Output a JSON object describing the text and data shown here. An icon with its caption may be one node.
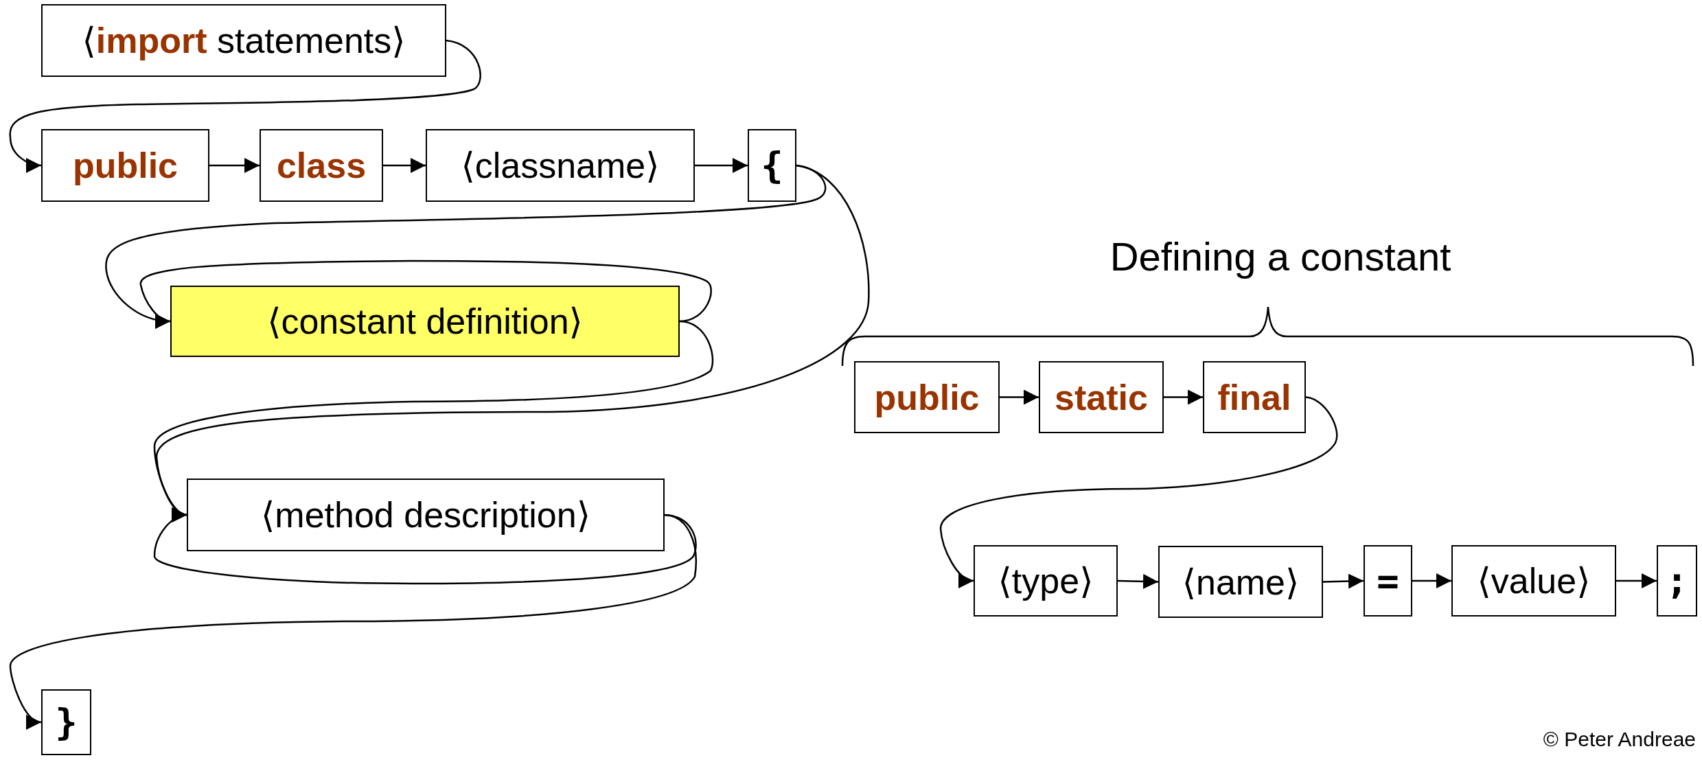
{
  "diagram": {
    "nodes": [
      {
        "text": [
          "⟨**import** statements⟩"
        ]
      },
      {
        "text": [
          "public"
        ]
      },
      {
        "text": [
          "class"
        ]
      },
      {
        "text": [
          "⟨classname⟩"
        ]
      },
      {
        "text": [
          "{"
        ]
      },
      {
        "text": [
          "⟨constant definition⟩"
        ]
      },
      {
        "text": [
          "⟨method description⟩"
        ]
      },
      {
        "text": [
          "}"
        ]
      },
      {
        "text": [
          "public"
        ]
      },
      {
        "text": [
          "static"
        ]
      },
      {
        "text": [
          "final"
        ]
      },
      {
        "text": [
          "⟨type⟩"
        ]
      },
      {
        "text": [
          "⟨name⟩"
        ]
      },
      {
        "text": [
          "="
        ]
      },
      {
        "text": [
          "⟨value⟩"
        ]
      },
      {
        "text": [
          ";"
        ]
      }
    ],
    "edges": [
      {
        "from": 0,
        "to": 1,
        "arrow": "to"
      },
      {
        "from": 1,
        "to": 2,
        "arrow": "to"
      },
      {
        "from": 2,
        "to": 3,
        "arrow": "to"
      },
      {
        "from": 3,
        "to": 4,
        "arrow": "to"
      },
      {
        "from": 4,
        "to": 5,
        "arrow": "to"
      },
      {
        "from": 5,
        "to": 5,
        "arrow": "to"
      },
      {
        "from": 4,
        "to": 6,
        "arrow": "to"
      },
      {
        "from": 5,
        "to": 6,
        "arrow": "to"
      },
      {
        "from": 6,
        "to": 6,
        "arrow": "to"
      },
      {
        "from": 6,
        "to": 7,
        "arrow": "to"
      },
      {
        "from": 8,
        "to": 9,
        "arrow": "to"
      },
      {
        "from": 9,
        "to": 10,
        "arrow": "to"
      },
      {
        "from": 10,
        "to": 11,
        "arrow": "to"
      },
      {
        "from": 11,
        "to": 12,
        "arrow": "to"
      },
      {
        "from": 12,
        "to": 13,
        "arrow": "to"
      },
      {
        "from": 13,
        "to": 14,
        "arrow": "to"
      },
      {
        "from": 14,
        "to": 15,
        "arrow": "to"
      }
    ],
    "labels": [
      "Defining a constant",
      "© Peter Andreae"
    ]
  }
}
